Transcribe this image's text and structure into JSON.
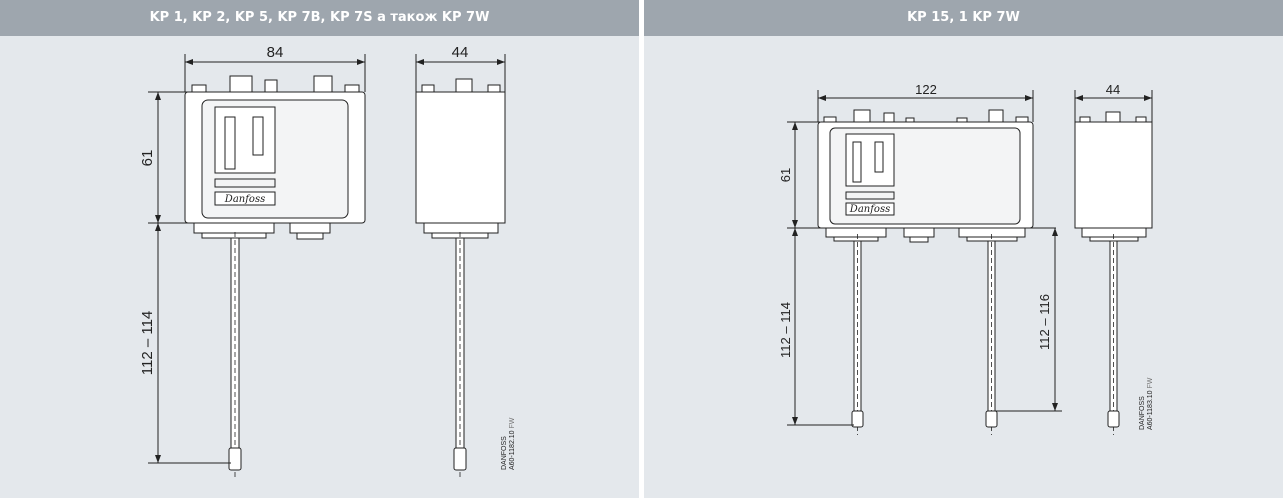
{
  "panels": [
    {
      "title": "KP 1, KP 2, KP 5, KP 7B, KP 7S а також KP 7W",
      "dims": {
        "width": "84",
        "depth": "44",
        "height": "61",
        "tube_length": "112 – 114"
      },
      "logo": "Danfoss",
      "code": {
        "brand": "DANFOSS",
        "ref": "A60-1182.10",
        "suffix": "FW"
      }
    },
    {
      "title": "KP 15, 1 KP 7W",
      "dims": {
        "width": "122",
        "depth": "44",
        "height": "61",
        "tube_length_left": "112 – 114",
        "tube_length_right": "112 – 116"
      },
      "logo": "Danfoss",
      "code": {
        "brand": "DANFOSS",
        "ref": "A60-1183.10",
        "suffix": "FW"
      }
    }
  ]
}
